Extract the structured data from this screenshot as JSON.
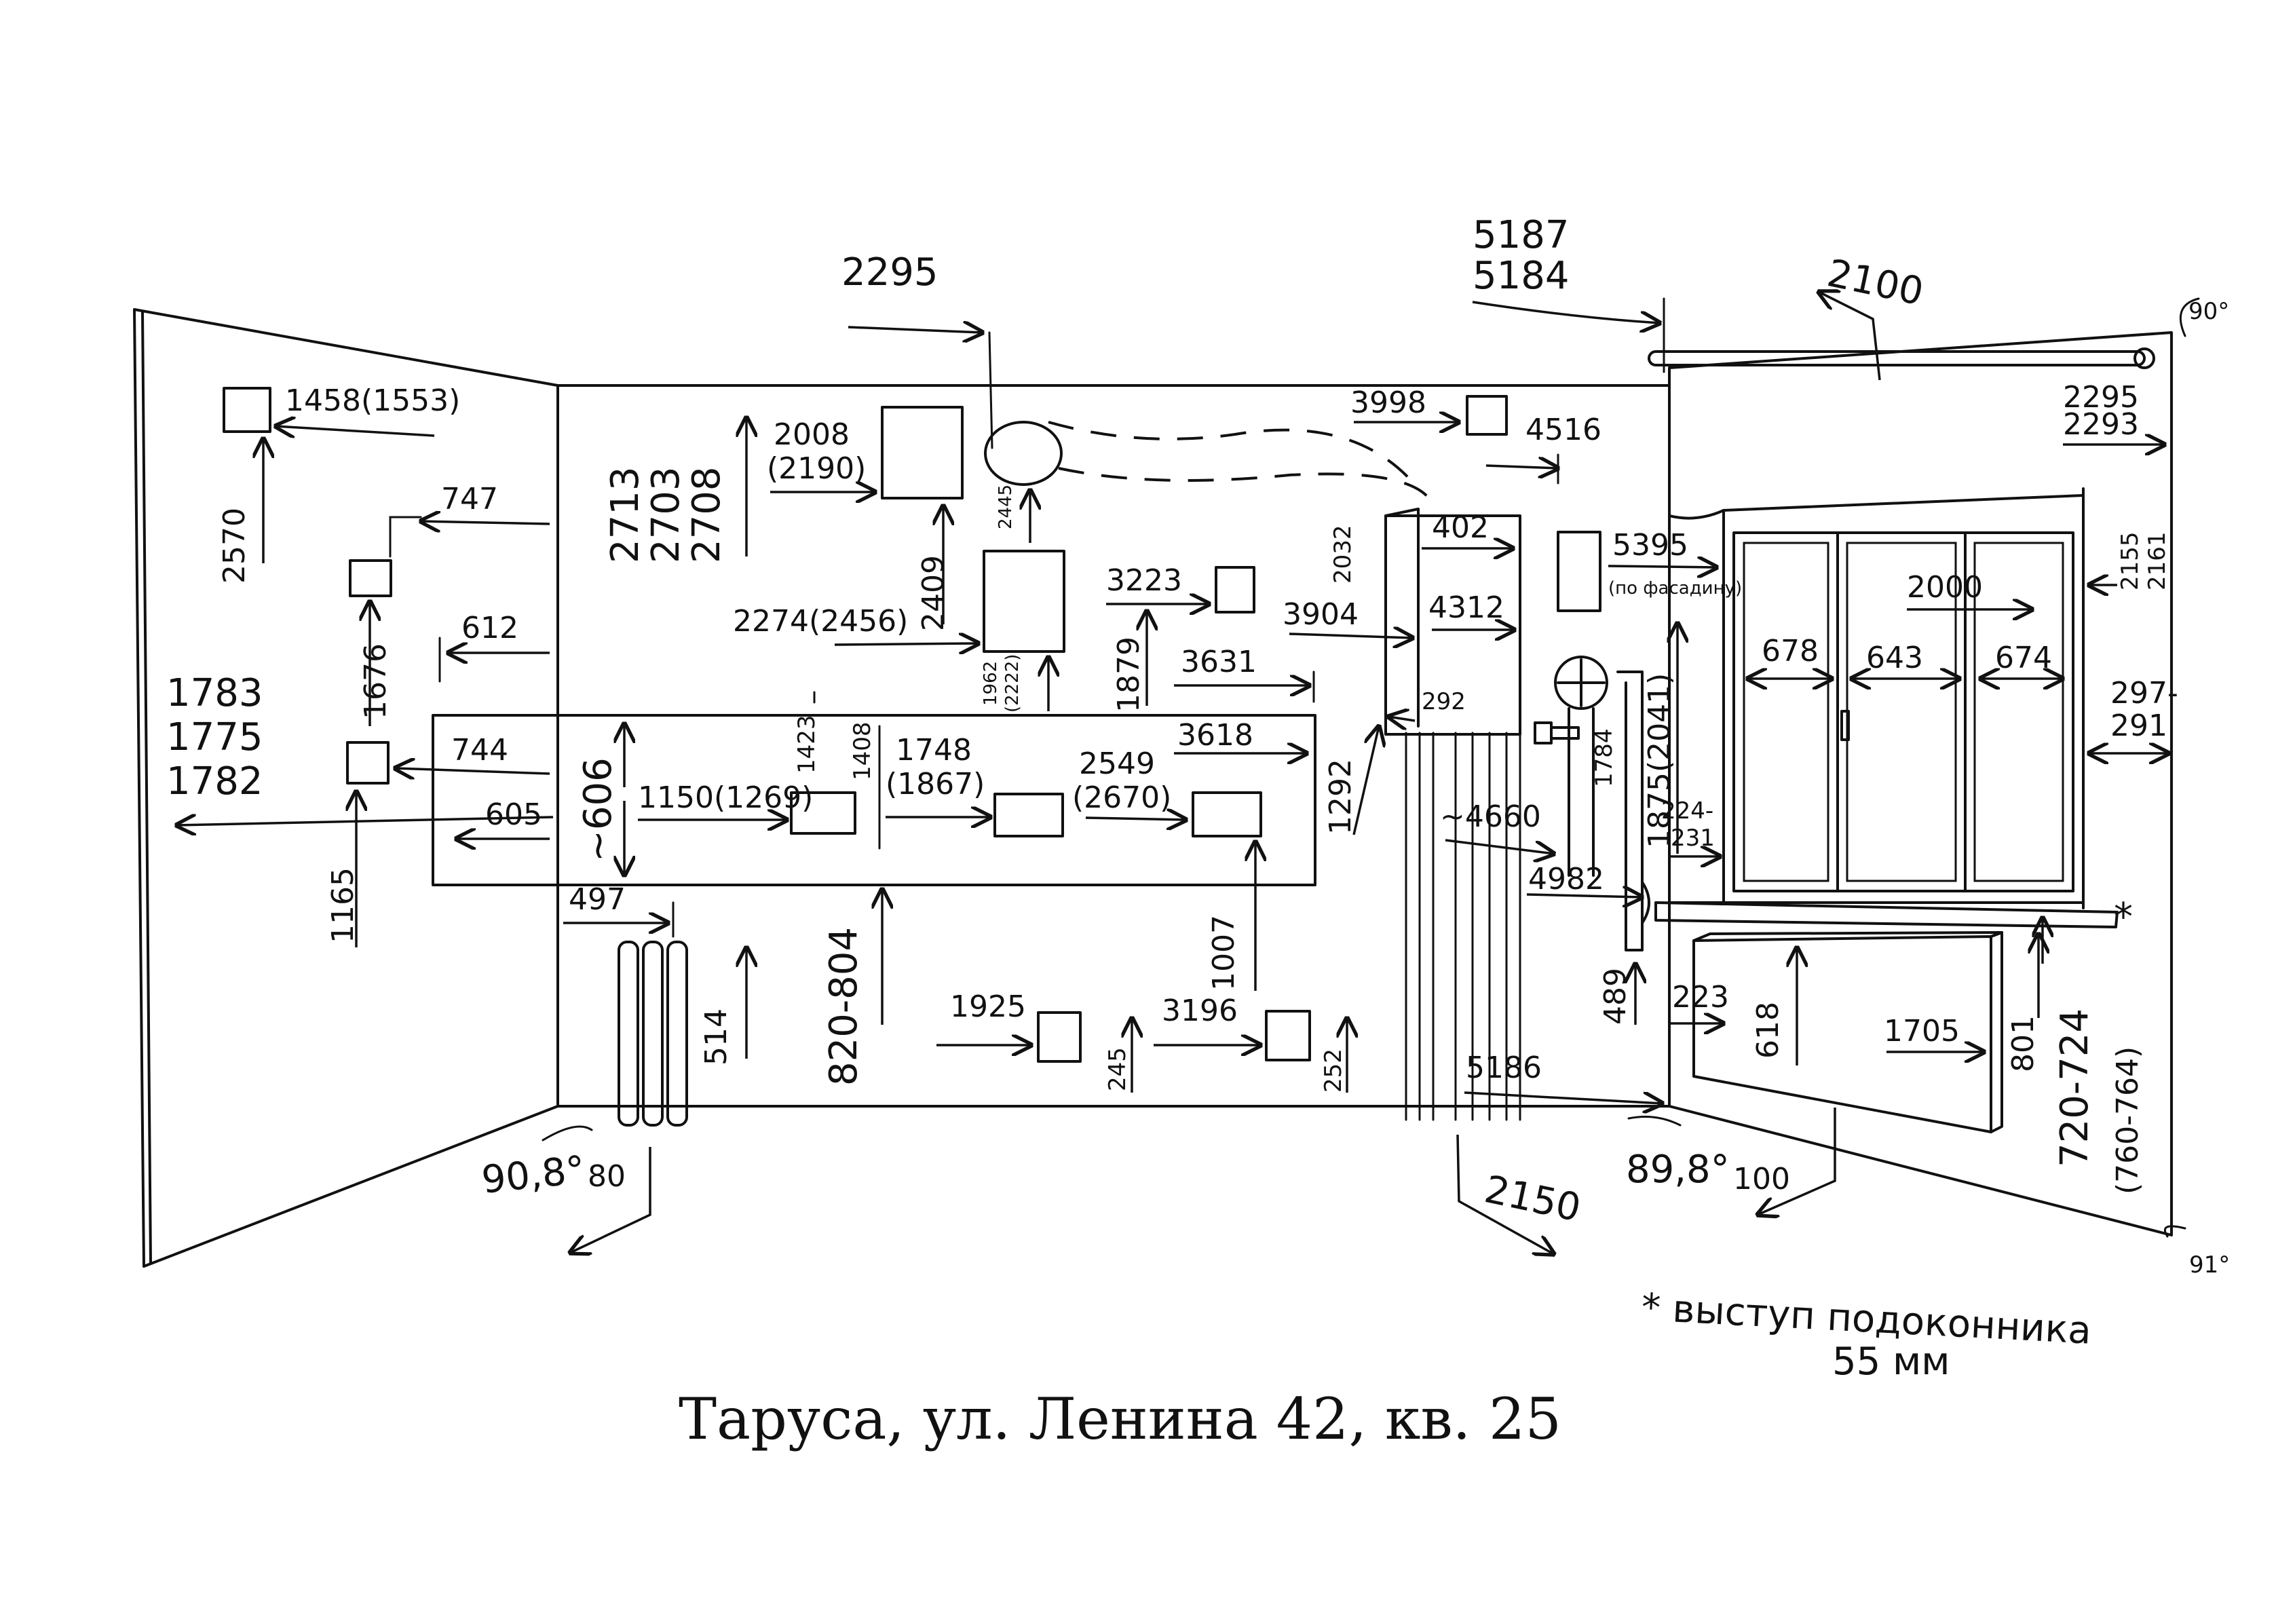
{
  "title": "Таруса, ул. Ленина 42, кв. 25",
  "note_line1": "* выступ подоконника",
  "note_line2": "55 мм",
  "labels": {
    "l5187": "5187",
    "l5184": "5184",
    "l2100": "2100",
    "l90": "90°",
    "l2295a": "2295",
    "l2295b": "2295",
    "l2293": "2293",
    "l1458": "1458(1553)",
    "l2570": "2570",
    "l747": "747",
    "l1676": "1676",
    "l612": "612",
    "l1783": "1783",
    "l1775": "1775",
    "l1782": "1782",
    "l744": "744",
    "l605": "605",
    "l606": "~606",
    "l1165": "1165",
    "l2713": "2713",
    "l2703": "2703",
    "l2708": "2708",
    "l2008": "2008",
    "l2190": "(2190)",
    "l2409": "2409",
    "l2445": "2445",
    "l2274": "2274(2456)",
    "l1962": "1962",
    "l2222": "(2222)",
    "l3998": "3998",
    "l4516": "4516",
    "l3223": "3223",
    "l1879": "1879",
    "l3631": "3631",
    "l3904": "3904",
    "l2032": "2032",
    "l402": "402",
    "l4312": "4312",
    "l292": "292",
    "l1292": "1292",
    "l5395": "5395",
    "l5395n": "(по фасадину)",
    "l1150": "1150(1269)",
    "l1423": "1423",
    "l1408": "1408",
    "l1748": "1748",
    "l1867": "(1867)",
    "l2549": "2549",
    "l2670": "(2670)",
    "l3618": "3618",
    "l1007": "1007",
    "l820": "820-804",
    "l497": "497",
    "l514": "514",
    "l1925": "1925",
    "l3196": "3196",
    "l245": "245",
    "l252": "252",
    "l4660": "~4660",
    "l4982": "4982",
    "l1784": "1784",
    "l1875": "1875(2041)",
    "l224": "224-",
    "l231": "231",
    "l489": "489",
    "l5186": "5186",
    "l2000": "2000",
    "l678": "678",
    "l643": "643",
    "l674": "674",
    "l2155": "2155",
    "l2161": "2161",
    "l297": "297-",
    "l291": "291",
    "l223": "223",
    "l618": "618",
    "l1705": "1705",
    "l801": "801",
    "l720": "720-724",
    "l760": "(760-764)",
    "lstar": "*",
    "l908": "90,8°",
    "l80": "80",
    "l898": "89,8°",
    "l100": "100",
    "l2150": "2150",
    "l91": "91°"
  }
}
